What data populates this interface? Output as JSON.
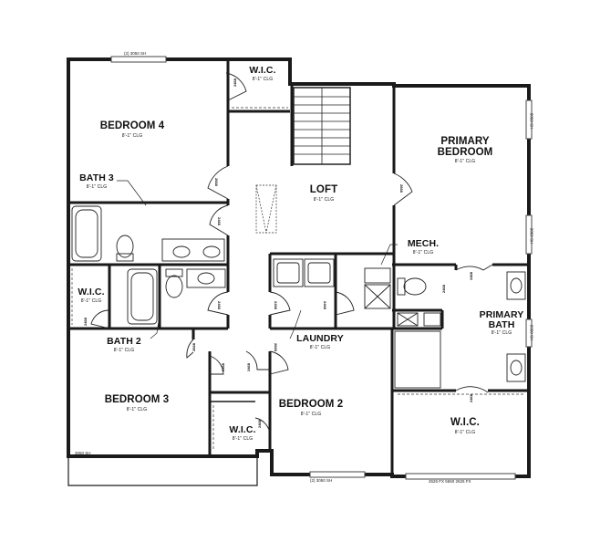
{
  "rooms": {
    "wic_top": {
      "name": "W.I.C.",
      "clg": "8'-1\" CLG"
    },
    "bedroom4": {
      "name": "BEDROOM 4",
      "clg": "8'-1\" CLG"
    },
    "bath3": {
      "name": "BATH 3",
      "clg": "8'-1\" CLG"
    },
    "loft": {
      "name": "LOFT",
      "clg": "8'-1\" CLG"
    },
    "primary_bedroom": {
      "name_line1": "PRIMARY",
      "name_line2": "BEDROOM",
      "clg": "8'-1\" CLG"
    },
    "mech": {
      "name": "MECH.",
      "clg": "8'-1\" CLG"
    },
    "wic_left": {
      "name": "W.I.C.",
      "clg": "8'-1\" CLG"
    },
    "bath2": {
      "name": "BATH 2",
      "clg": "8'-1\" CLG"
    },
    "laundry": {
      "name": "LAUNDRY",
      "clg": "8'-1\" CLG"
    },
    "primary_bath": {
      "name_line1": "PRIMARY",
      "name_line2": "BATH",
      "clg": "8'-1\" CLG"
    },
    "bedroom3": {
      "name": "BEDROOM 3",
      "clg": "8'-1\" CLG"
    },
    "bedroom2": {
      "name": "BEDROOM 2",
      "clg": "8'-1\" CLG"
    },
    "wic_bottom": {
      "name": "W.I.C.",
      "clg": "8'-1\" CLG"
    },
    "wic_primary": {
      "name": "W.I.C.",
      "clg": "8'-1\" CLG"
    }
  },
  "windows": {
    "top_left": "(2) 3050 SH",
    "bottom_left": "3050 SH",
    "bottom_center": "(2) 3050 SH",
    "bottom_right": "2626 FX 5650 2626 FX",
    "right_upper": "3050 SH",
    "right_middle": "3050 SH",
    "right_bath": "2650 SH"
  },
  "door_label": "2468",
  "door_label_alt": "2668"
}
